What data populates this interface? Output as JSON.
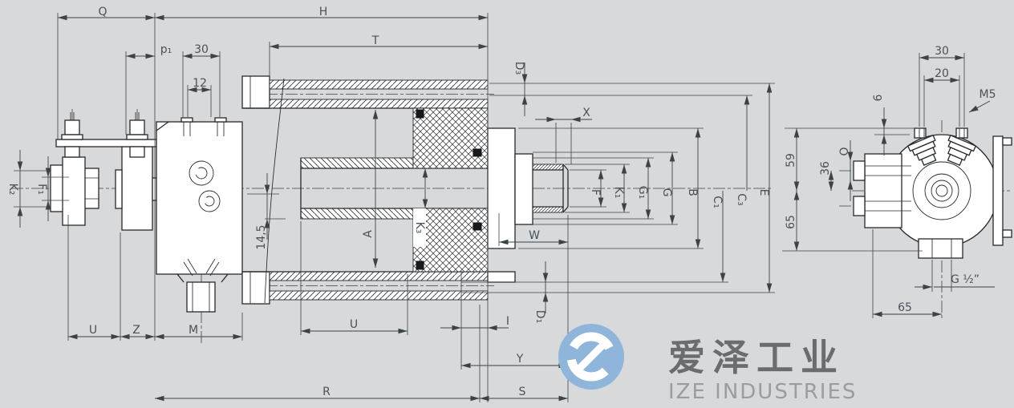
{
  "colors": {
    "background": "#d7d9db",
    "line": "#26292c",
    "dimension": "#49525a",
    "logo_blue": "#8fb6da",
    "logo_cn_gray": "#696d70",
    "logo_en_gray": "#9a9da0"
  },
  "labels": {
    "q": "Q",
    "h": "H",
    "t": "T",
    "p1": "p₁",
    "n30": "30",
    "n12": "12",
    "d3": "D₃",
    "x": "X",
    "w": "W",
    "u_rod": "U",
    "u_foot": "U",
    "z": "Z",
    "m": "M",
    "i": "I",
    "d1": "D₁",
    "y": "Y",
    "r": "R",
    "s": "S",
    "a": "A",
    "k3": "K₃",
    "n145": "14,5",
    "k2": "K₂",
    "f1": "F₁",
    "f": "F",
    "k1": "K₁",
    "g1": "G₁",
    "g": "G",
    "b": "B",
    "c1": "C₁",
    "c3": "C₃",
    "e": "E",
    "s30": "30",
    "s20": "20",
    "m5": "M5",
    "s6": "6",
    "o": "O",
    "s36": "36",
    "s59": "59",
    "s65v": "65",
    "s65h": "65",
    "g12": "G ¹⁄₂”"
  },
  "logo": {
    "cn": "爱泽工业",
    "en": "IZE INDUSTRIES"
  }
}
